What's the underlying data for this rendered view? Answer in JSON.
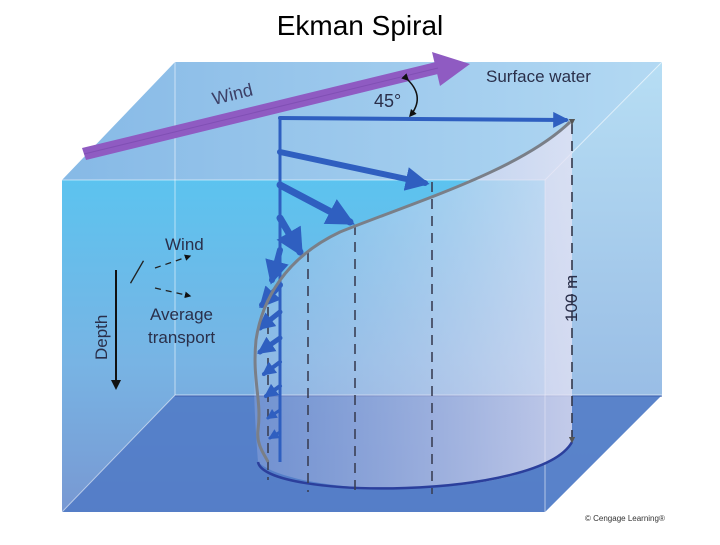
{
  "title": "Ekman Spiral",
  "labels": {
    "wind_top": "Wind",
    "angle": "45°",
    "surface_water": "Surface water",
    "depth_scale": "100 m",
    "legend_wind": "Wind",
    "legend_transport_1": "Average",
    "legend_transport_2": "transport",
    "depth": "Depth"
  },
  "credit": "© Cengage Learning®",
  "colors": {
    "wind_arrow": "#8f5bc2",
    "current_arrow": "#2f5fc0",
    "spiral_line": "#7a7f88",
    "box_top": "#9cc7ec",
    "box_front": "#5ec3ee",
    "box_bottom": "#4d78c4"
  }
}
